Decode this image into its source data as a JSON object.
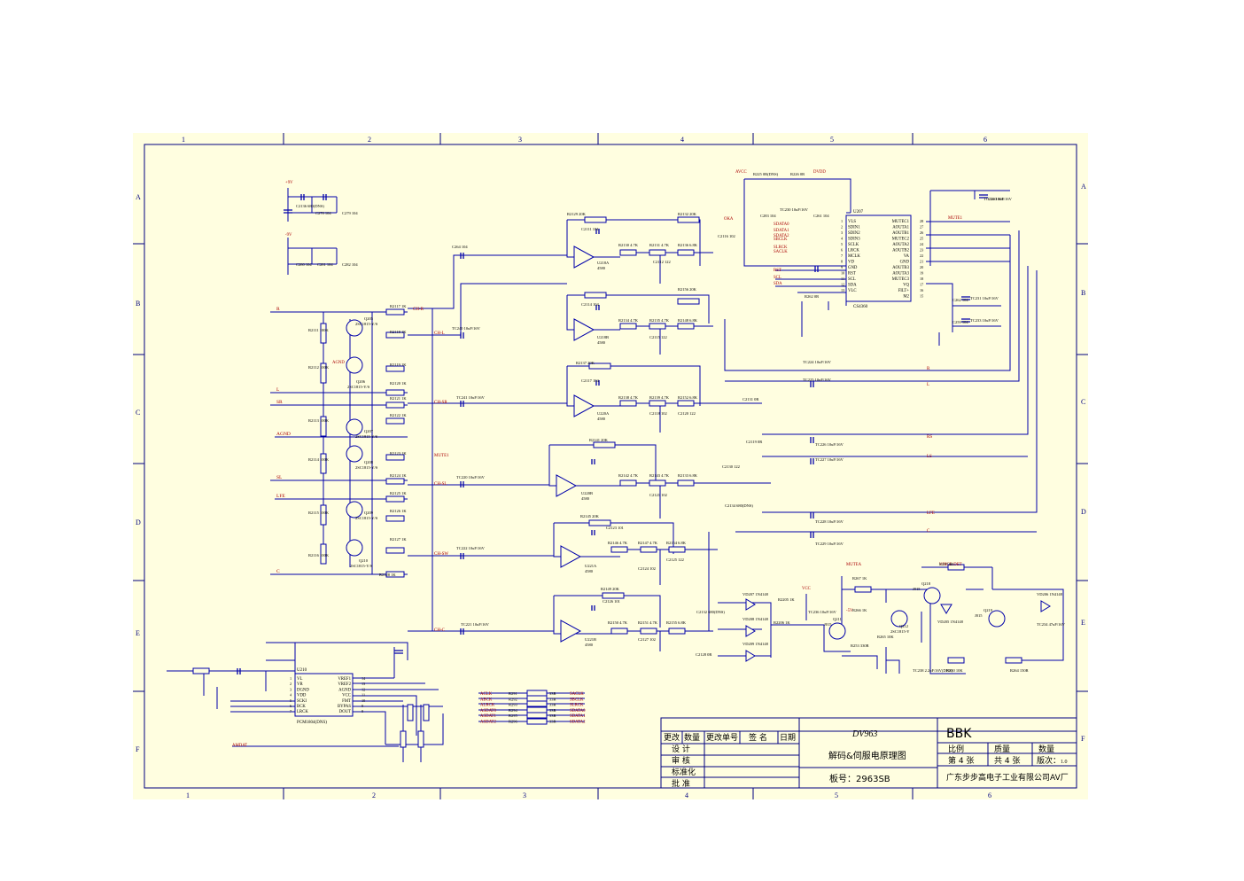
{
  "border": {
    "cols_top": [
      "1",
      "2",
      "3",
      "4",
      "5",
      "6"
    ],
    "cols_bottom": [
      "1",
      "2",
      "3",
      "4",
      "5",
      "6"
    ],
    "rows": [
      "A",
      "B",
      "C",
      "D",
      "E",
      "F"
    ]
  },
  "colors": {
    "paper": "#fffee0",
    "frame": "#000080",
    "wire": "#0000aa",
    "label": "#aa0000",
    "text": "#000000"
  },
  "chips": {
    "u207": {
      "ref": "U207",
      "part": "CS4360",
      "left_pins": [
        "VLS",
        "SDIN1",
        "SDIN2",
        "SDIN3",
        "SCLK",
        "LRCK",
        "MCLK",
        "VD",
        "GND",
        "RST",
        "SCL",
        "SDA",
        "VLC"
      ],
      "left_nums": [
        "1",
        "2",
        "3",
        "4",
        "5",
        "6",
        "7",
        "8",
        "9",
        "10",
        "11",
        "12",
        "13",
        "14"
      ],
      "right_pins": [
        "MUTEC1",
        "AOUTA1",
        "AOUTB1",
        "MUTEC2",
        "AOUTA2",
        "AOUTB2",
        "VA",
        "GND",
        "AOUTB3",
        "AOUTA3",
        "MUTEC3",
        "VQ",
        "FILT+",
        "M2"
      ],
      "right_nums": [
        "28",
        "27",
        "26",
        "25",
        "24",
        "23",
        "22",
        "21",
        "20",
        "19",
        "18",
        "17",
        "16",
        "15"
      ]
    },
    "u210": {
      "ref": "U210",
      "part": "PCM1804(DNS)",
      "left_pins": [
        "VL",
        "VR",
        "DGND",
        "VDD",
        "SCKI",
        "BCK",
        "LRCK"
      ],
      "left_nums": [
        "1",
        "2",
        "3",
        "4",
        "5",
        "6",
        "7"
      ],
      "right_pins": [
        "VREF1",
        "VREF2",
        "AGND",
        "VCC",
        "FMT",
        "BYPAS",
        "DOUT"
      ],
      "right_nums": [
        "14",
        "13",
        "12",
        "11",
        "10",
        "9",
        "8"
      ]
    }
  },
  "opamps": [
    {
      "ref": "U218A",
      "part": "4580"
    },
    {
      "ref": "U218B",
      "part": "4580"
    },
    {
      "ref": "U220A",
      "part": "4580"
    },
    {
      "ref": "U220B",
      "part": "4580"
    },
    {
      "ref": "U221A",
      "part": "4580"
    },
    {
      "ref": "U221B",
      "part": "4580"
    }
  ],
  "transistors": [
    {
      "ref": "Q205",
      "part": "2SC1815-Y/S"
    },
    {
      "ref": "Q206",
      "part": "2SC1815-Y/S"
    },
    {
      "ref": "Q207",
      "part": "2SC1815-Y/S"
    },
    {
      "ref": "Q208",
      "part": "2SC1815-Y/S"
    },
    {
      "ref": "Q209",
      "part": "2SC1815-Y/S"
    },
    {
      "ref": "Q210",
      "part": "2SC1815-Y/S"
    },
    {
      "ref": "Q211",
      "part": "J015"
    },
    {
      "ref": "Q212",
      "part": "2SC1815-Y"
    },
    {
      "ref": "Q218",
      "part": "J015"
    },
    {
      "ref": "Q219",
      "part": "J015"
    }
  ],
  "left_inputs": [
    "R",
    "L",
    "SR",
    "AGND",
    "SL",
    "LFE",
    "C"
  ],
  "ch_nets": [
    "CH-R",
    "CH-L",
    "CH-SR",
    "MUTE1",
    "CH-SL",
    "CH-SW",
    "CH-C"
  ],
  "right_nets": [
    "R",
    "L",
    "RS",
    "LS",
    "LFE",
    "C"
  ],
  "net_labels": [
    "OKA",
    "AVCC",
    "DVDD",
    "MUTE1",
    "AGND",
    "VOICE-DET",
    "MUTEA",
    "RST",
    "SCL",
    "SDA",
    "SDATA0",
    "SDATA1",
    "SDATA2",
    "SBCLK",
    "SLRCK",
    "SACLK",
    "AMDAT",
    "+9V",
    "-9V",
    "VCC",
    "-5V"
  ],
  "res_labels": [
    "R2129 20K",
    "R2132 20K",
    "R2130 4.7K",
    "R2131 4.7K",
    "R2136 6.8K",
    "R2156 20K",
    "R2134 4.7K",
    "R2135 4.7K",
    "R2148 6.8K",
    "R2137 20K",
    "R2138 4.7K",
    "R2139 4.7K",
    "R2152 6.8K",
    "R2141 20K",
    "R2142 4.7K",
    "R2143 4.7K",
    "R2133 6.8K",
    "R2145 20K",
    "R2146 4.7K",
    "R2147 4.7K",
    "R2154 6.8K",
    "R2149 20K",
    "R2150 4.7K",
    "R2151 4.7K",
    "R2155 6.8K",
    "R2111 100K",
    "R2112 100K",
    "R2113 100K",
    "R2114 100K",
    "R2115 100K",
    "R2116 100K",
    "R2117 1K",
    "R2118 1K",
    "R2119 1K",
    "R2120 1K",
    "R2121 1K",
    "R2122 1K",
    "R2123 1K",
    "R2124 1K",
    "R2125 1K",
    "R2126 1K",
    "R2127 1K",
    "R2128 1K",
    "R225 0R(DNS)",
    "R226 0R",
    "R262 0R",
    "R267 1K",
    "R297 0R",
    "R2205 1K",
    "R2206 1K",
    "R266 1K",
    "R265 10K",
    "R253 330R",
    "R250 10K",
    "R264 150R"
  ],
  "cap_labels": [
    "C2111 104",
    "C2112 122",
    "C2116 102",
    "C2114 104",
    "C2115 122",
    "C2117 104",
    "C2118 102",
    "C2119 0R",
    "C2120 122",
    "C2121 102",
    "C2123 101",
    "C2124 102",
    "C2125 122",
    "C2126 101",
    "C2127 102",
    "C2128 0R",
    "C2130 122",
    "C2131 0R",
    "C2132 680(DNS)",
    "C2134 680(DNS)",
    "C2136 680(DNS)",
    "C278 104",
    "C279 104",
    "C280 104",
    "C281 104",
    "C282 104",
    "C283 104",
    "C261 104",
    "C262 104",
    "C259 104",
    "C260 104",
    "C264 104",
    "TC240 10uF/16V",
    "TC241 10uF/16V",
    "TC220 10uF/16V",
    "TC222 10uF/16V",
    "TC221 10uF/16V",
    "TC224 10uF/16V",
    "TC225 10uF/16V",
    "TC226 10uF/16V",
    "TC227 10uF/16V",
    "TC228 10uF/16V",
    "TC229 10uF/16V",
    "TC230 10uF/16V",
    "TC231 10uF/16V",
    "TC233 10uF/16V",
    "TC232 10uF/16V",
    "TC236 10uF/16V",
    "TC238 2.2uF/16V(DNS)",
    "TC234 47uF/16V",
    "TC235 220uF/16V"
  ],
  "diode_labels": [
    "VD207 1N4148",
    "VD208 1N4148",
    "VD209 1N4148",
    "VD205 1N4148",
    "VD206 1N4148"
  ],
  "signal_table": {
    "left": [
      "ACLK",
      "ABCK",
      "ALRCK",
      "ASDAT0",
      "ASDAT1",
      "ASDAT2"
    ],
    "refs": [
      "R291",
      "R292",
      "R293",
      "R294",
      "R295",
      "R296"
    ],
    "values": [
      "33R",
      "33R",
      "33R",
      "33R",
      "33R",
      "33R"
    ],
    "right": [
      "SACLK",
      "SBCLK",
      "SLRCK",
      "SDATA0",
      "SDATA1",
      "SDATA2"
    ]
  },
  "title_block": {
    "rev_headers": [
      "更改",
      "数量",
      "更改单号",
      "签 名",
      "日期"
    ],
    "roles": [
      "设 计",
      "审 核",
      "标准化",
      "批 准"
    ],
    "model": "DV963",
    "title": "解码&伺服电原理图",
    "board": "板号：2963SB",
    "brand": "BBK",
    "h_ratio": "比例",
    "h_qty": "质量",
    "h_count": "数量",
    "sheet": "第 4 张",
    "total": "共 4 张",
    "version_label": "版次：",
    "version": "1.0",
    "company": "广东步步高电子工业有限公司AV厂"
  }
}
